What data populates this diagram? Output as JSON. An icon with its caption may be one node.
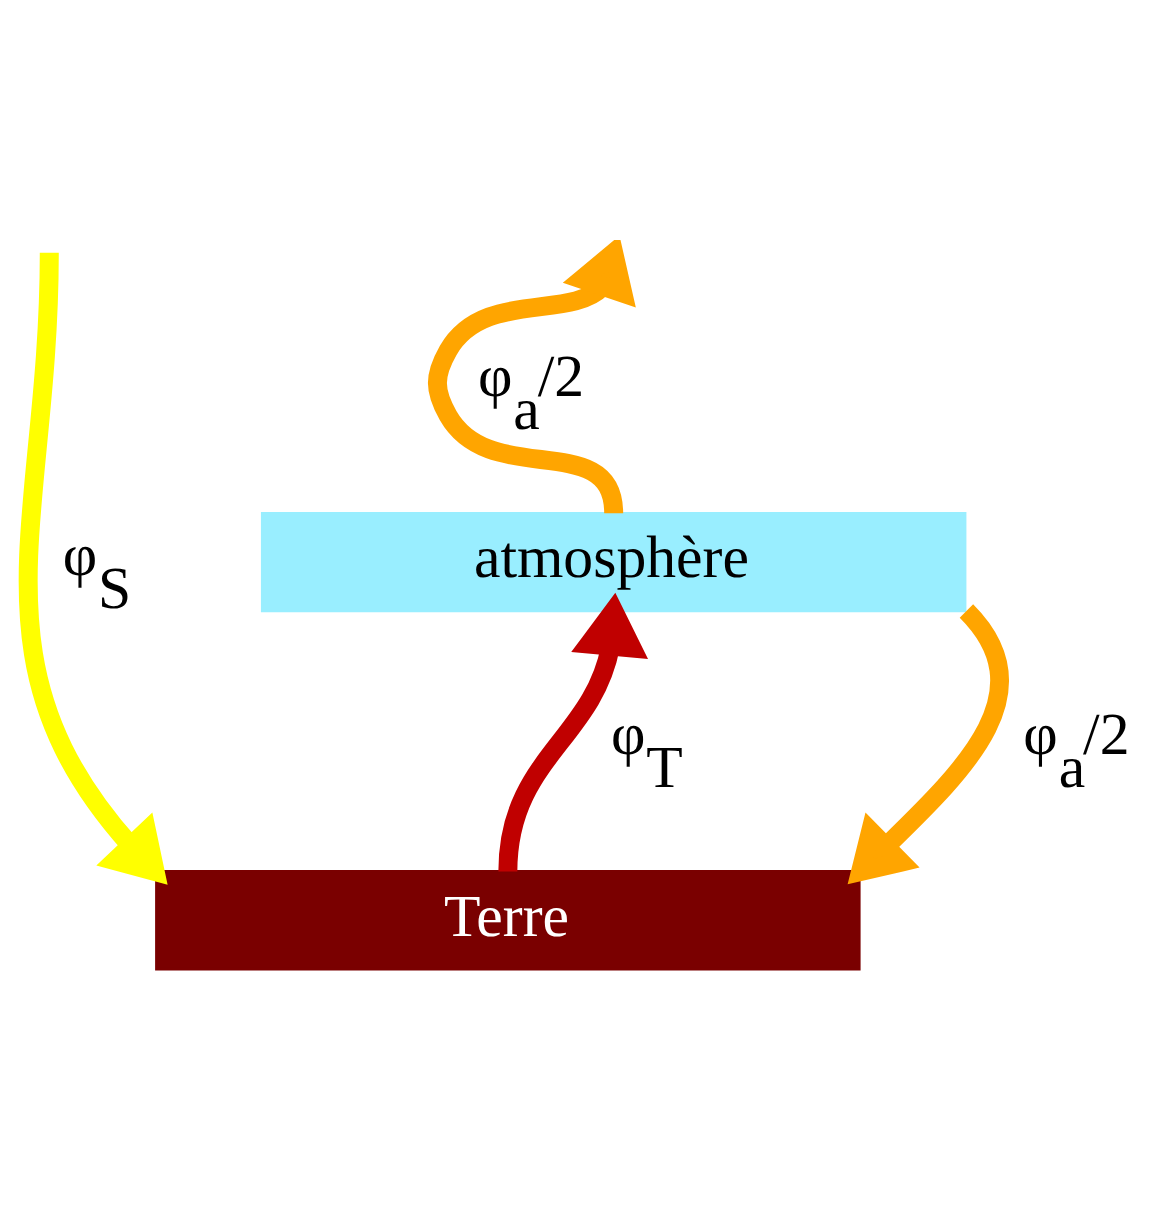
{
  "diagram": {
    "nodes": [
      {
        "text": [
          "atmosphère"
        ]
      },
      {
        "text": [
          "Terre"
        ]
      }
    ],
    "edges": [
      {
        "from": null,
        "to": 1,
        "arrow": "to",
        "label": "φ$_{S}$",
        "color": "#ffff00"
      },
      {
        "from": 1,
        "to": 0,
        "arrow": "to",
        "label": "φ$_{T}$",
        "color": "#c00000"
      },
      {
        "from": 0,
        "to": null,
        "arrow": "to",
        "label": "φ$_{a}$/2",
        "color": "#ffa500"
      },
      {
        "from": 0,
        "to": 1,
        "arrow": "to",
        "label": "φ$_{a}$/2",
        "color": "#ffa500"
      }
    ]
  }
}
